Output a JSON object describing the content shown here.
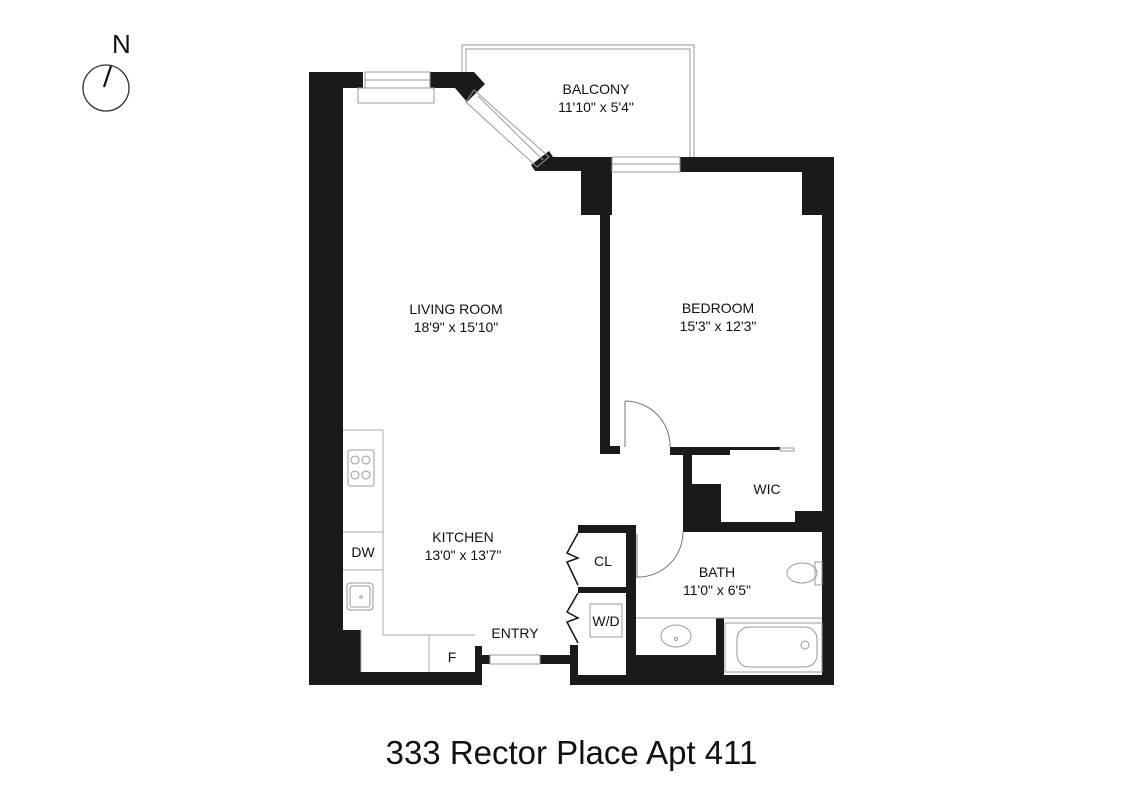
{
  "compass": {
    "label": "N",
    "icon": "north-arrow-icon"
  },
  "rooms": {
    "balcony": {
      "name": "BALCONY",
      "size": "11'10\" x 5'4\""
    },
    "living_room": {
      "name": "LIVING ROOM",
      "size": "18'9\" x 15'10\""
    },
    "bedroom": {
      "name": "BEDROOM",
      "size": "15'3\" x 12'3\""
    },
    "kitchen": {
      "name": "KITCHEN",
      "size": "13'0\" x 13'7\""
    },
    "bath": {
      "name": "BATH",
      "size": "11'0\" x 6'5\""
    },
    "wic": {
      "name": "WIC"
    },
    "closet": {
      "name": "CL"
    },
    "washer_dryer": {
      "name": "W/D"
    },
    "entry": {
      "name": "ENTRY"
    },
    "dishwasher": {
      "name": "DW"
    },
    "fridge": {
      "name": "F"
    }
  },
  "title": "333 Rector Place Apt 411",
  "colors": {
    "wall": "#1a1a1a",
    "fixture_line": "#9a9a9a",
    "background": "#ffffff"
  }
}
